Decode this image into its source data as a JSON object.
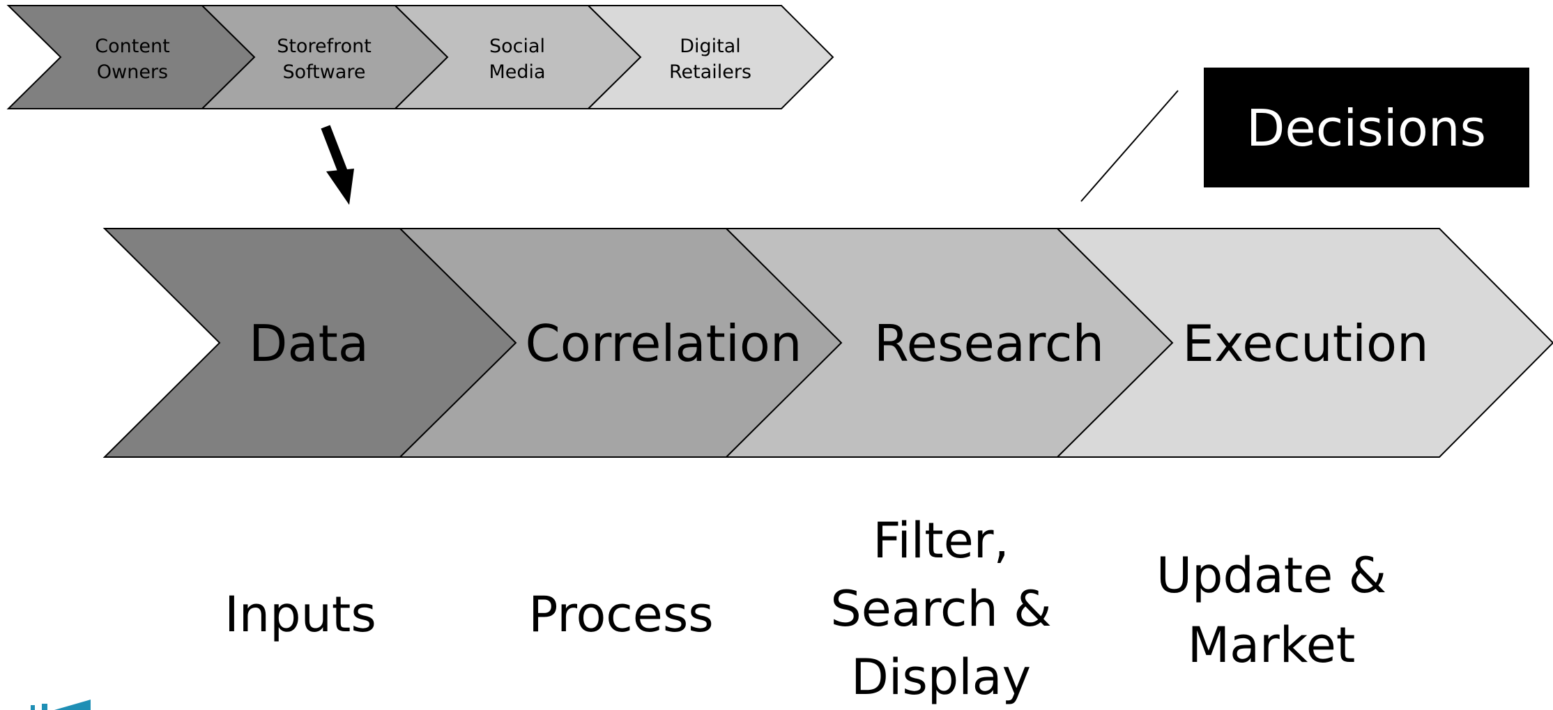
{
  "top_chevrons": [
    {
      "line1": "Content",
      "line2": "Owners",
      "fill": "#808080"
    },
    {
      "line1": "Storefront",
      "line2": "Software",
      "fill": "#a5a5a5"
    },
    {
      "line1": "Social",
      "line2": "Media",
      "fill": "#bfbfbf"
    },
    {
      "line1": "Digital",
      "line2": "Retailers",
      "fill": "#d9d9d9"
    }
  ],
  "main_chevrons": [
    {
      "label": "Data",
      "fill": "#808080"
    },
    {
      "label": "Correlation",
      "fill": "#a5a5a5"
    },
    {
      "label": "Research",
      "fill": "#bfbfbf"
    },
    {
      "label": "Execution",
      "fill": "#d9d9d9"
    }
  ],
  "decisions_label": "Decisions",
  "bottom_labels": [
    {
      "lines": [
        "Inputs"
      ]
    },
    {
      "lines": [
        "Process"
      ]
    },
    {
      "lines": [
        "Filter,",
        "Search &",
        "Display"
      ]
    },
    {
      "lines": [
        "Update &",
        "Market"
      ]
    }
  ],
  "colors": {
    "stroke": "#000000",
    "decision_bg": "#000000",
    "decision_text": "#ffffff",
    "logo": "#1f8fb5"
  }
}
